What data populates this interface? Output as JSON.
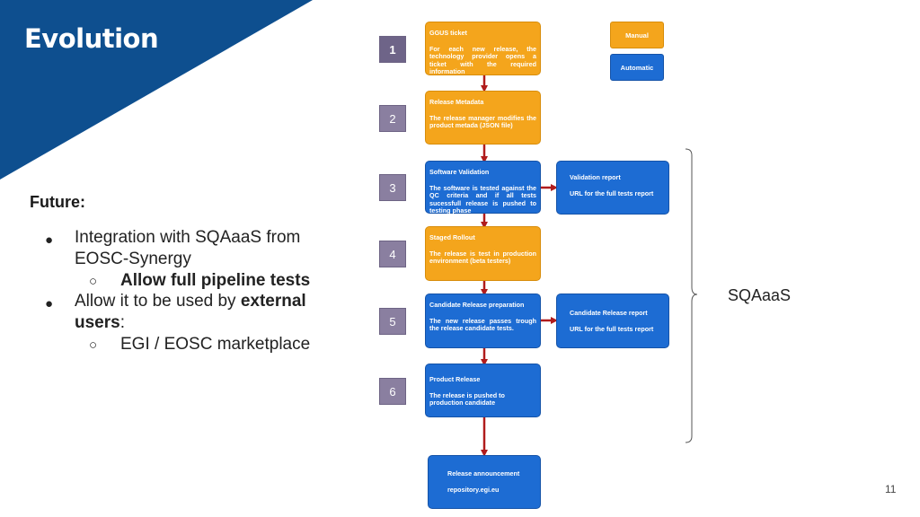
{
  "slide": {
    "title": "Evolution",
    "page_number": "11",
    "brand_color": "#0e4f8f"
  },
  "left_panel": {
    "heading": "Future:",
    "bullet1": {
      "line1": "Integration with SQAaaS from",
      "line2": "EOSC-Synergy",
      "sub": "Allow full pipeline tests"
    },
    "bullet2": {
      "prefix": "Allow it to be used by ",
      "bold1": "external",
      "bold2": "users",
      "suffix": ":",
      "sub": "EGI / EOSC marketplace"
    }
  },
  "legend": {
    "manual": "Manual",
    "automatic": "Automatic",
    "manual_color": "#f4a51c",
    "automatic_color": "#1d6cd3"
  },
  "steps": [
    {
      "number": "1",
      "kind": "manual",
      "title": "GGUS ticket",
      "desc": "For each new release, the technology provider opens a ticket with the required information"
    },
    {
      "number": "2",
      "kind": "manual",
      "title": "Release Metadata",
      "desc": "The release manager modifies the product metada (JSON file)"
    },
    {
      "number": "3",
      "kind": "automatic",
      "title": "Software Validation",
      "desc": "The software is tested against the QC criteria and if all tests sucessfull release is pushed to testing phase"
    },
    {
      "number": "4",
      "kind": "manual",
      "title": "Staged Rollout",
      "desc": "The release is test in production environment (beta testers)"
    },
    {
      "number": "5",
      "kind": "automatic",
      "title": "Candidate Release preparation",
      "desc": "The new release passes trough the release candidate tests."
    },
    {
      "number": "6",
      "kind": "automatic",
      "title": "Product Release",
      "desc": "The release is pushed to production candidate"
    }
  ],
  "side_reports": [
    {
      "title": "Validation report",
      "line": "URL for the full tests report"
    },
    {
      "title": "Candidate Release report",
      "line": "URL for the full tests report"
    }
  ],
  "final_box": {
    "title": "Release announcement",
    "line": "repository.egi.eu"
  },
  "brace_label": "SQAaaS",
  "arrow_color": "#b01c1c"
}
